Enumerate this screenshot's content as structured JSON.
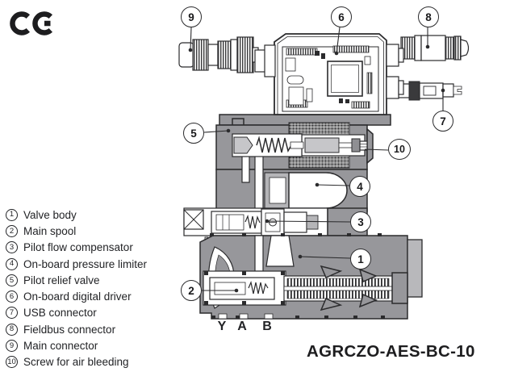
{
  "icons": {
    "ce_mark": "CE conformity marking"
  },
  "legend": {
    "items": [
      {
        "num": "1",
        "label": "Valve body"
      },
      {
        "num": "2",
        "label": "Main spool"
      },
      {
        "num": "3",
        "label": "Pilot flow compensator"
      },
      {
        "num": "4",
        "label": "On-board pressure limiter"
      },
      {
        "num": "5",
        "label": "Pilot relief valve"
      },
      {
        "num": "6",
        "label": "On-board digital driver"
      },
      {
        "num": "7",
        "label": "USB connector"
      },
      {
        "num": "8",
        "label": "Fieldbus connector"
      },
      {
        "num": "9",
        "label": "Main connector"
      },
      {
        "num": "10",
        "label": "Screw for air bleeding"
      }
    ]
  },
  "callouts": [
    {
      "num": "1"
    },
    {
      "num": "2"
    },
    {
      "num": "3"
    },
    {
      "num": "4"
    },
    {
      "num": "5"
    },
    {
      "num": "6"
    },
    {
      "num": "7"
    },
    {
      "num": "8"
    },
    {
      "num": "9"
    },
    {
      "num": "10"
    }
  ],
  "ports": {
    "labels": [
      "Y",
      "A",
      "B"
    ]
  },
  "model_code": "AGRCZO-AES-BC-10",
  "colors": {
    "body_gray": "#97979b",
    "outline": "#2b2b2d",
    "text": "#222326",
    "background": "#ffffff"
  }
}
